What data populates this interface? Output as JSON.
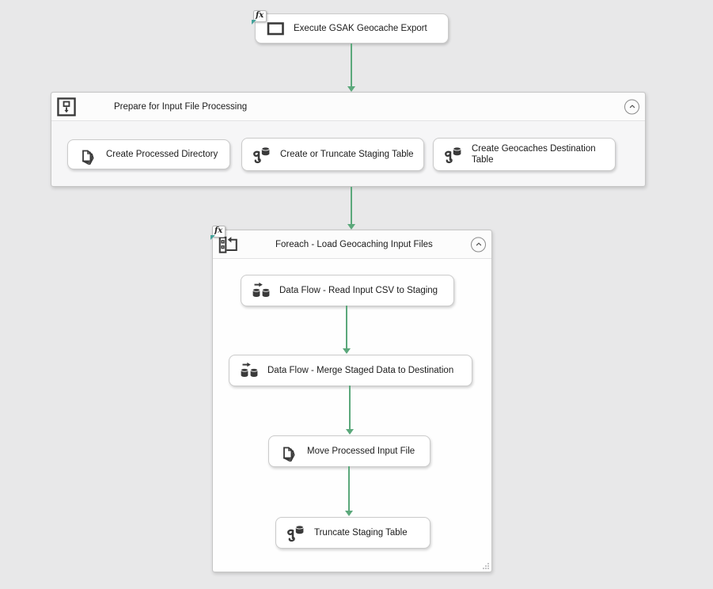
{
  "palette": {
    "canvas_bg": "#e8e8e9",
    "icon_color": "#3a3a3a",
    "arrow_color": "#5ba87b",
    "task_bg": "#ffffff",
    "task_border": "#cbcbcb",
    "container_border": "#c6c6c6",
    "container_header_bg": "#fcfcfc",
    "prepare_body_bg": "#f6f6f7",
    "foreach_body_bg": "#fefefe",
    "label_color": "#1c1c1c",
    "fx_accent": "#45a29a"
  },
  "fx_badge": "fx",
  "root_task": {
    "label": "Execute GSAK Geocache Export",
    "icon": "execute-process-icon",
    "badge": "fx"
  },
  "prepare_container": {
    "title": "Prepare for Input File Processing",
    "icon": "sequence-container-icon",
    "collapse_icon": "chevron-up-icon",
    "tasks": [
      {
        "label": "Create Processed Directory",
        "icon": "file-system-task-icon"
      },
      {
        "label": "Create or Truncate Staging Table",
        "icon": "execute-sql-task-icon"
      },
      {
        "label": "Create Geocaches Destination Table",
        "icon": "execute-sql-task-icon"
      }
    ]
  },
  "foreach_container": {
    "title": "Foreach - Load Geocaching Input Files",
    "icon": "foreach-loop-container-icon",
    "badge": "fx",
    "collapse_icon": "chevron-up-icon",
    "tasks": [
      {
        "label": "Data Flow - Read Input CSV to Staging",
        "icon": "data-flow-task-icon"
      },
      {
        "label": "Data Flow - Merge Staged Data to Destination",
        "icon": "data-flow-task-icon"
      },
      {
        "label": "Move Processed Input File",
        "icon": "file-system-task-icon"
      },
      {
        "label": "Truncate Staging Table",
        "icon": "execute-sql-task-icon"
      }
    ]
  },
  "arrows": {
    "style": "success-precedence-constraint",
    "color": "#5ba87b",
    "count": 5
  }
}
